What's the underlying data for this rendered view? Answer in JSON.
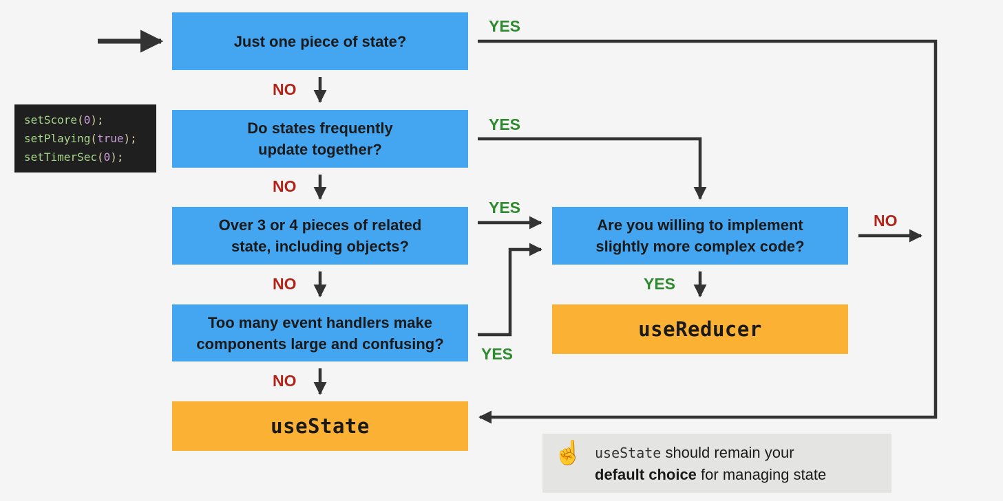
{
  "questions": {
    "q1": [
      "Just one piece of state?"
    ],
    "q2": [
      "Do states frequently",
      "update together?"
    ],
    "q3": [
      "Over 3 or 4 pieces of related",
      "state, including objects?"
    ],
    "q4": [
      "Too many event handlers make",
      "components large and confusing?"
    ],
    "q5": [
      "Are you willing to implement",
      "slightly more complex code?"
    ]
  },
  "results": {
    "use_state": "useState",
    "use_reducer": "useReducer"
  },
  "labels": {
    "yes": "YES",
    "no": "NO"
  },
  "code_example": {
    "line1": {
      "fn": "setScore",
      "arg": "0",
      "tail": ");"
    },
    "line2": {
      "fn": "setPlaying",
      "arg": "true",
      "tail": ");"
    },
    "line3": {
      "fn": "setTimerSec",
      "arg": "0",
      "tail": ");"
    }
  },
  "note": {
    "icon": "pointing-up-hand-icon",
    "code": "useState",
    "text_a": " should remain your",
    "bold": "default choice",
    "text_b": " for managing state"
  },
  "colors": {
    "question_box": "#44a6f1",
    "result_box": "#fbb133",
    "yes": "#2e8a2e",
    "no": "#b42318",
    "arrow": "#333333",
    "background": "#f5f5f5"
  }
}
